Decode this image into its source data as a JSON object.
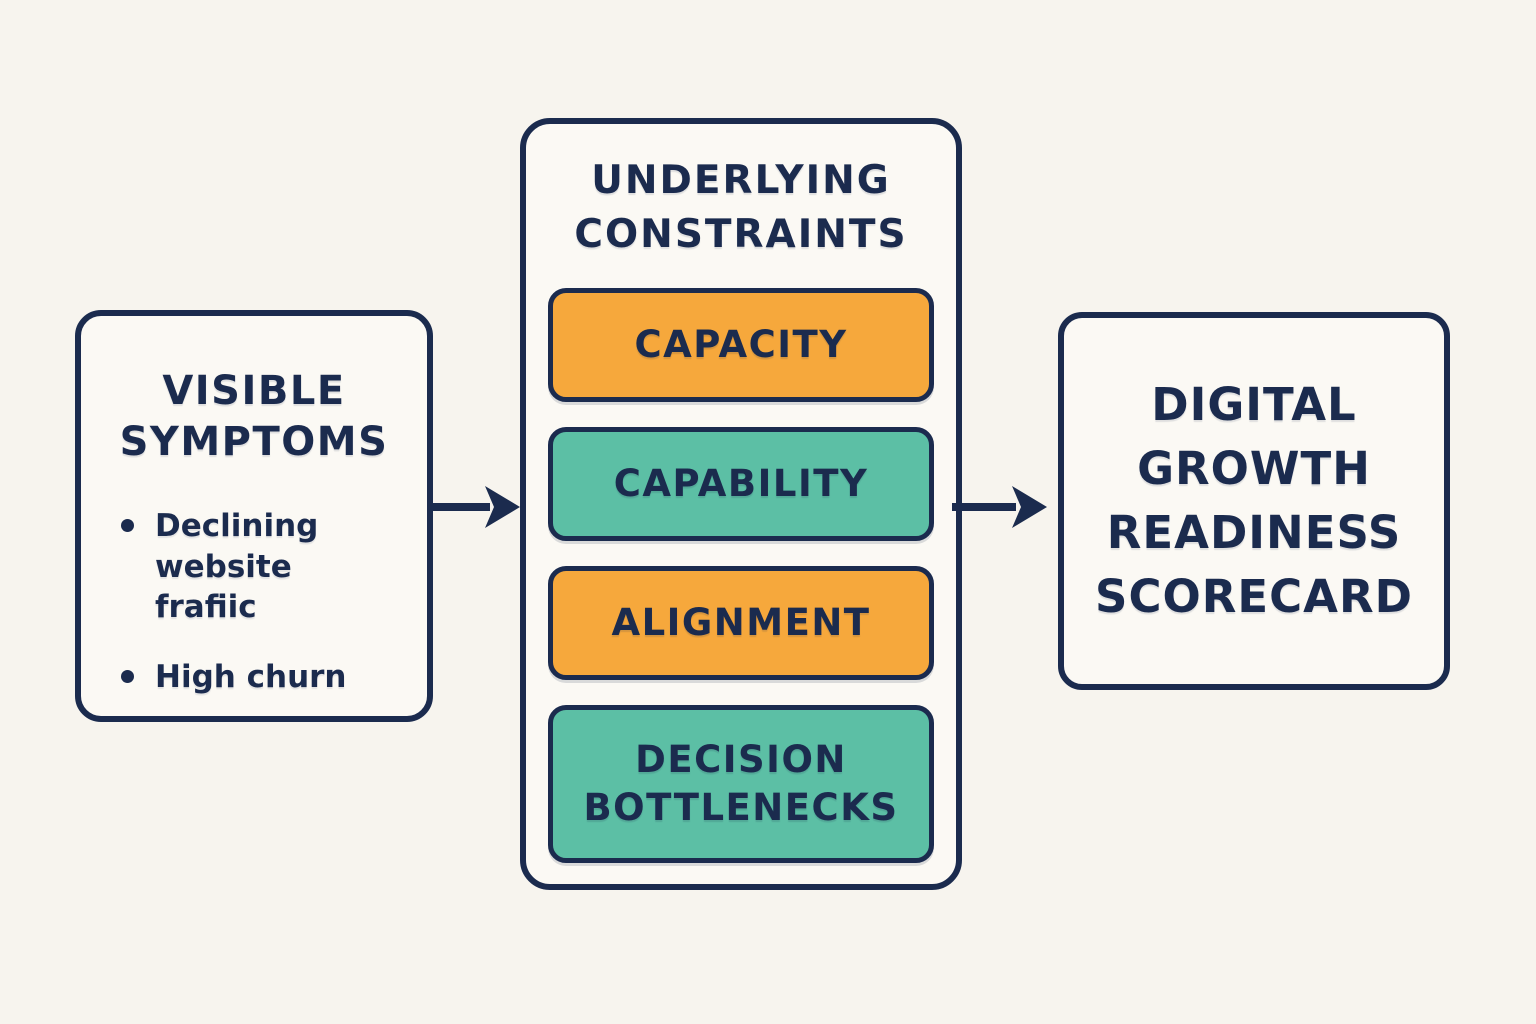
{
  "diagram": {
    "left_box": {
      "title": "VISIBLE SYMPTOMS",
      "bullets": [
        "Declining website frafiic",
        "High churn"
      ]
    },
    "middle_box": {
      "title": "UNDERLYING CONSTRAINTS",
      "items": [
        {
          "label": "CAPACITY",
          "color": "#f6a83c"
        },
        {
          "label": "CAPABILITY",
          "color": "#5cbfa5"
        },
        {
          "label": "ALIGNMENT",
          "color": "#f6a83c"
        },
        {
          "label": "DECISION BOTTLENECKS",
          "color": "#5cbfa5"
        }
      ]
    },
    "right_box": {
      "title": "DIGITAL GROWTH READINESS SCORECARD"
    },
    "colors": {
      "navy": "#1b2b4e",
      "orange": "#f6a83c",
      "teal": "#5cbfa5",
      "bg": "#f7f4ee",
      "panel": "#fbf9f4"
    }
  }
}
